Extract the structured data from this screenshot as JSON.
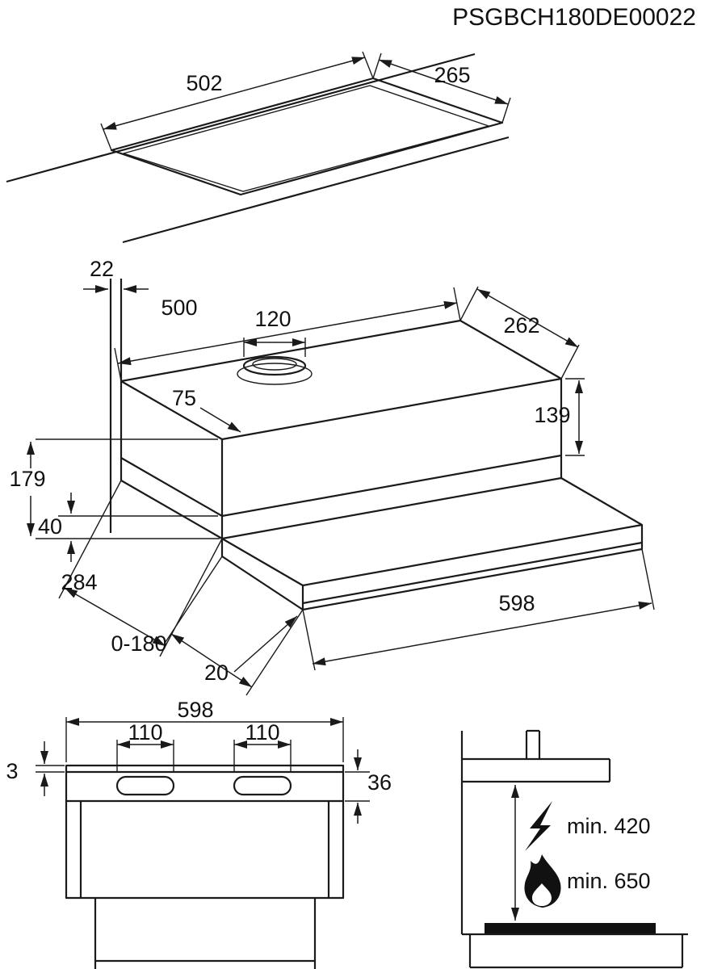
{
  "title": {
    "product_code": "PSGBCH180DE00022"
  },
  "colors": {
    "line": "#1a1a1a",
    "background": "#ffffff"
  },
  "top_view": {
    "cutout_width": "502",
    "cutout_depth": "265"
  },
  "iso_view": {
    "wall_gap": "22",
    "body_width": "500",
    "duct_diameter": "120",
    "top_depth": "262",
    "duct_to_front": "75",
    "body_height": "139",
    "total_height": "179",
    "bottom_height": "40",
    "bottom_depth": "284",
    "front_width": "598",
    "pullout_travel": "0-180",
    "handle_depth": "20"
  },
  "front_view": {
    "width": "598",
    "left_slot_width": "110",
    "right_slot_width": "110",
    "top_gap": "3",
    "slot_band_height": "36"
  },
  "installation": {
    "electric_clearance": "min. 420",
    "gas_clearance": "min. 650",
    "icons": {
      "electric": "lightning-icon",
      "gas": "flame-icon"
    }
  }
}
